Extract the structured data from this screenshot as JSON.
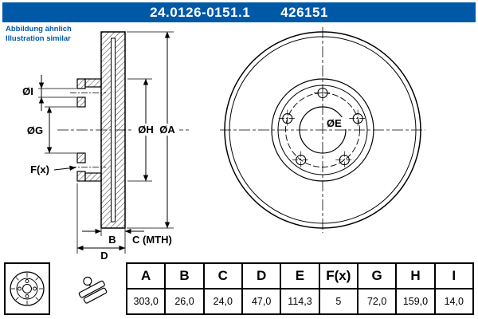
{
  "header": {
    "part_number": "24.0126-0151.1",
    "catalog_number": "426151",
    "bg_color": "#0059A7",
    "text_color": "#FFFFFF"
  },
  "note": {
    "line1": "Abbildung ähnlich",
    "line2": "Illustration similar"
  },
  "drawing": {
    "type": "brake-disc technical drawing, section view and front view",
    "dim_labels": {
      "dia_i": "ØI",
      "dia_g": "ØG",
      "dia_h": "ØH",
      "dia_a": "ØA",
      "dia_e": "ØE",
      "f": "F(x)",
      "b": "B",
      "c": "C (MTH)",
      "d": "D"
    }
  },
  "spec_table": {
    "columns": [
      "A",
      "B",
      "C",
      "D",
      "E",
      "F(x)",
      "G",
      "H",
      "I"
    ],
    "values": [
      "303,0",
      "26,0",
      "24,0",
      "47,0",
      "114,3",
      "5",
      "72,0",
      "159,0",
      "14,0"
    ]
  },
  "icons": {
    "disc": "brake-disc-icon",
    "caliper": "caliper-icon"
  }
}
